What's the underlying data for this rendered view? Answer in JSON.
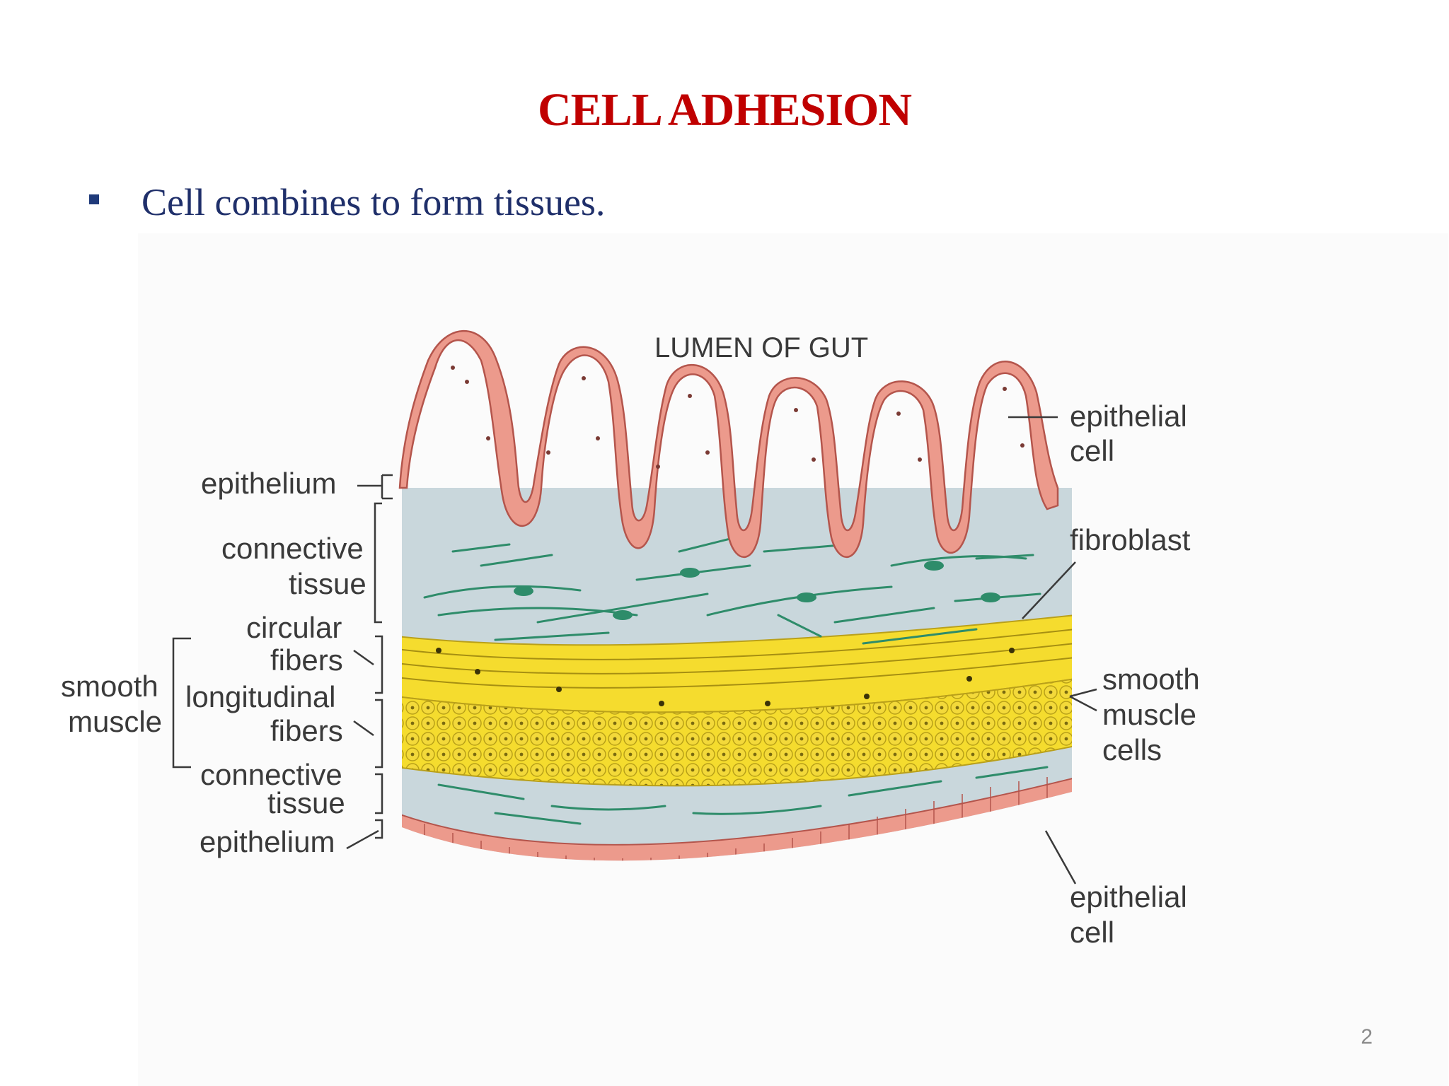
{
  "slide": {
    "title": "CELL ADHESION",
    "bullet": "Cell combines to form tissues.",
    "page_number": "2"
  },
  "diagram": {
    "heading": "LUMEN OF GUT",
    "left_labels": {
      "epithelium_top": "epithelium",
      "connective_top_1": "connective",
      "connective_top_2": "tissue",
      "circular_1": "circular",
      "circular_2": "fibers",
      "smooth_1": "smooth",
      "smooth_2": "muscle",
      "longitudinal_1": "longitudinal",
      "longitudinal_2": "fibers",
      "connective_bottom_1": "connective",
      "connective_bottom_2": "tissue",
      "epithelium_bottom": "epithelium"
    },
    "right_labels": {
      "epithelial_cell_top_1": "epithelial",
      "epithelial_cell_top_2": "cell",
      "fibroblast": "fibroblast",
      "smooth_muscle_cells_1": "smooth",
      "smooth_muscle_cells_2": "muscle",
      "smooth_muscle_cells_3": "cells",
      "epithelial_cell_bottom_1": "epithelial",
      "epithelial_cell_bottom_2": "cell"
    },
    "colors": {
      "epithelium": "#ec9a8c",
      "epithelium_outline": "#b4554c",
      "connective_tissue": "#c9d7dc",
      "fibroblast": "#2e8c6a",
      "muscle": "#f5dc2e",
      "muscle_cells": "#d8c41c"
    }
  }
}
